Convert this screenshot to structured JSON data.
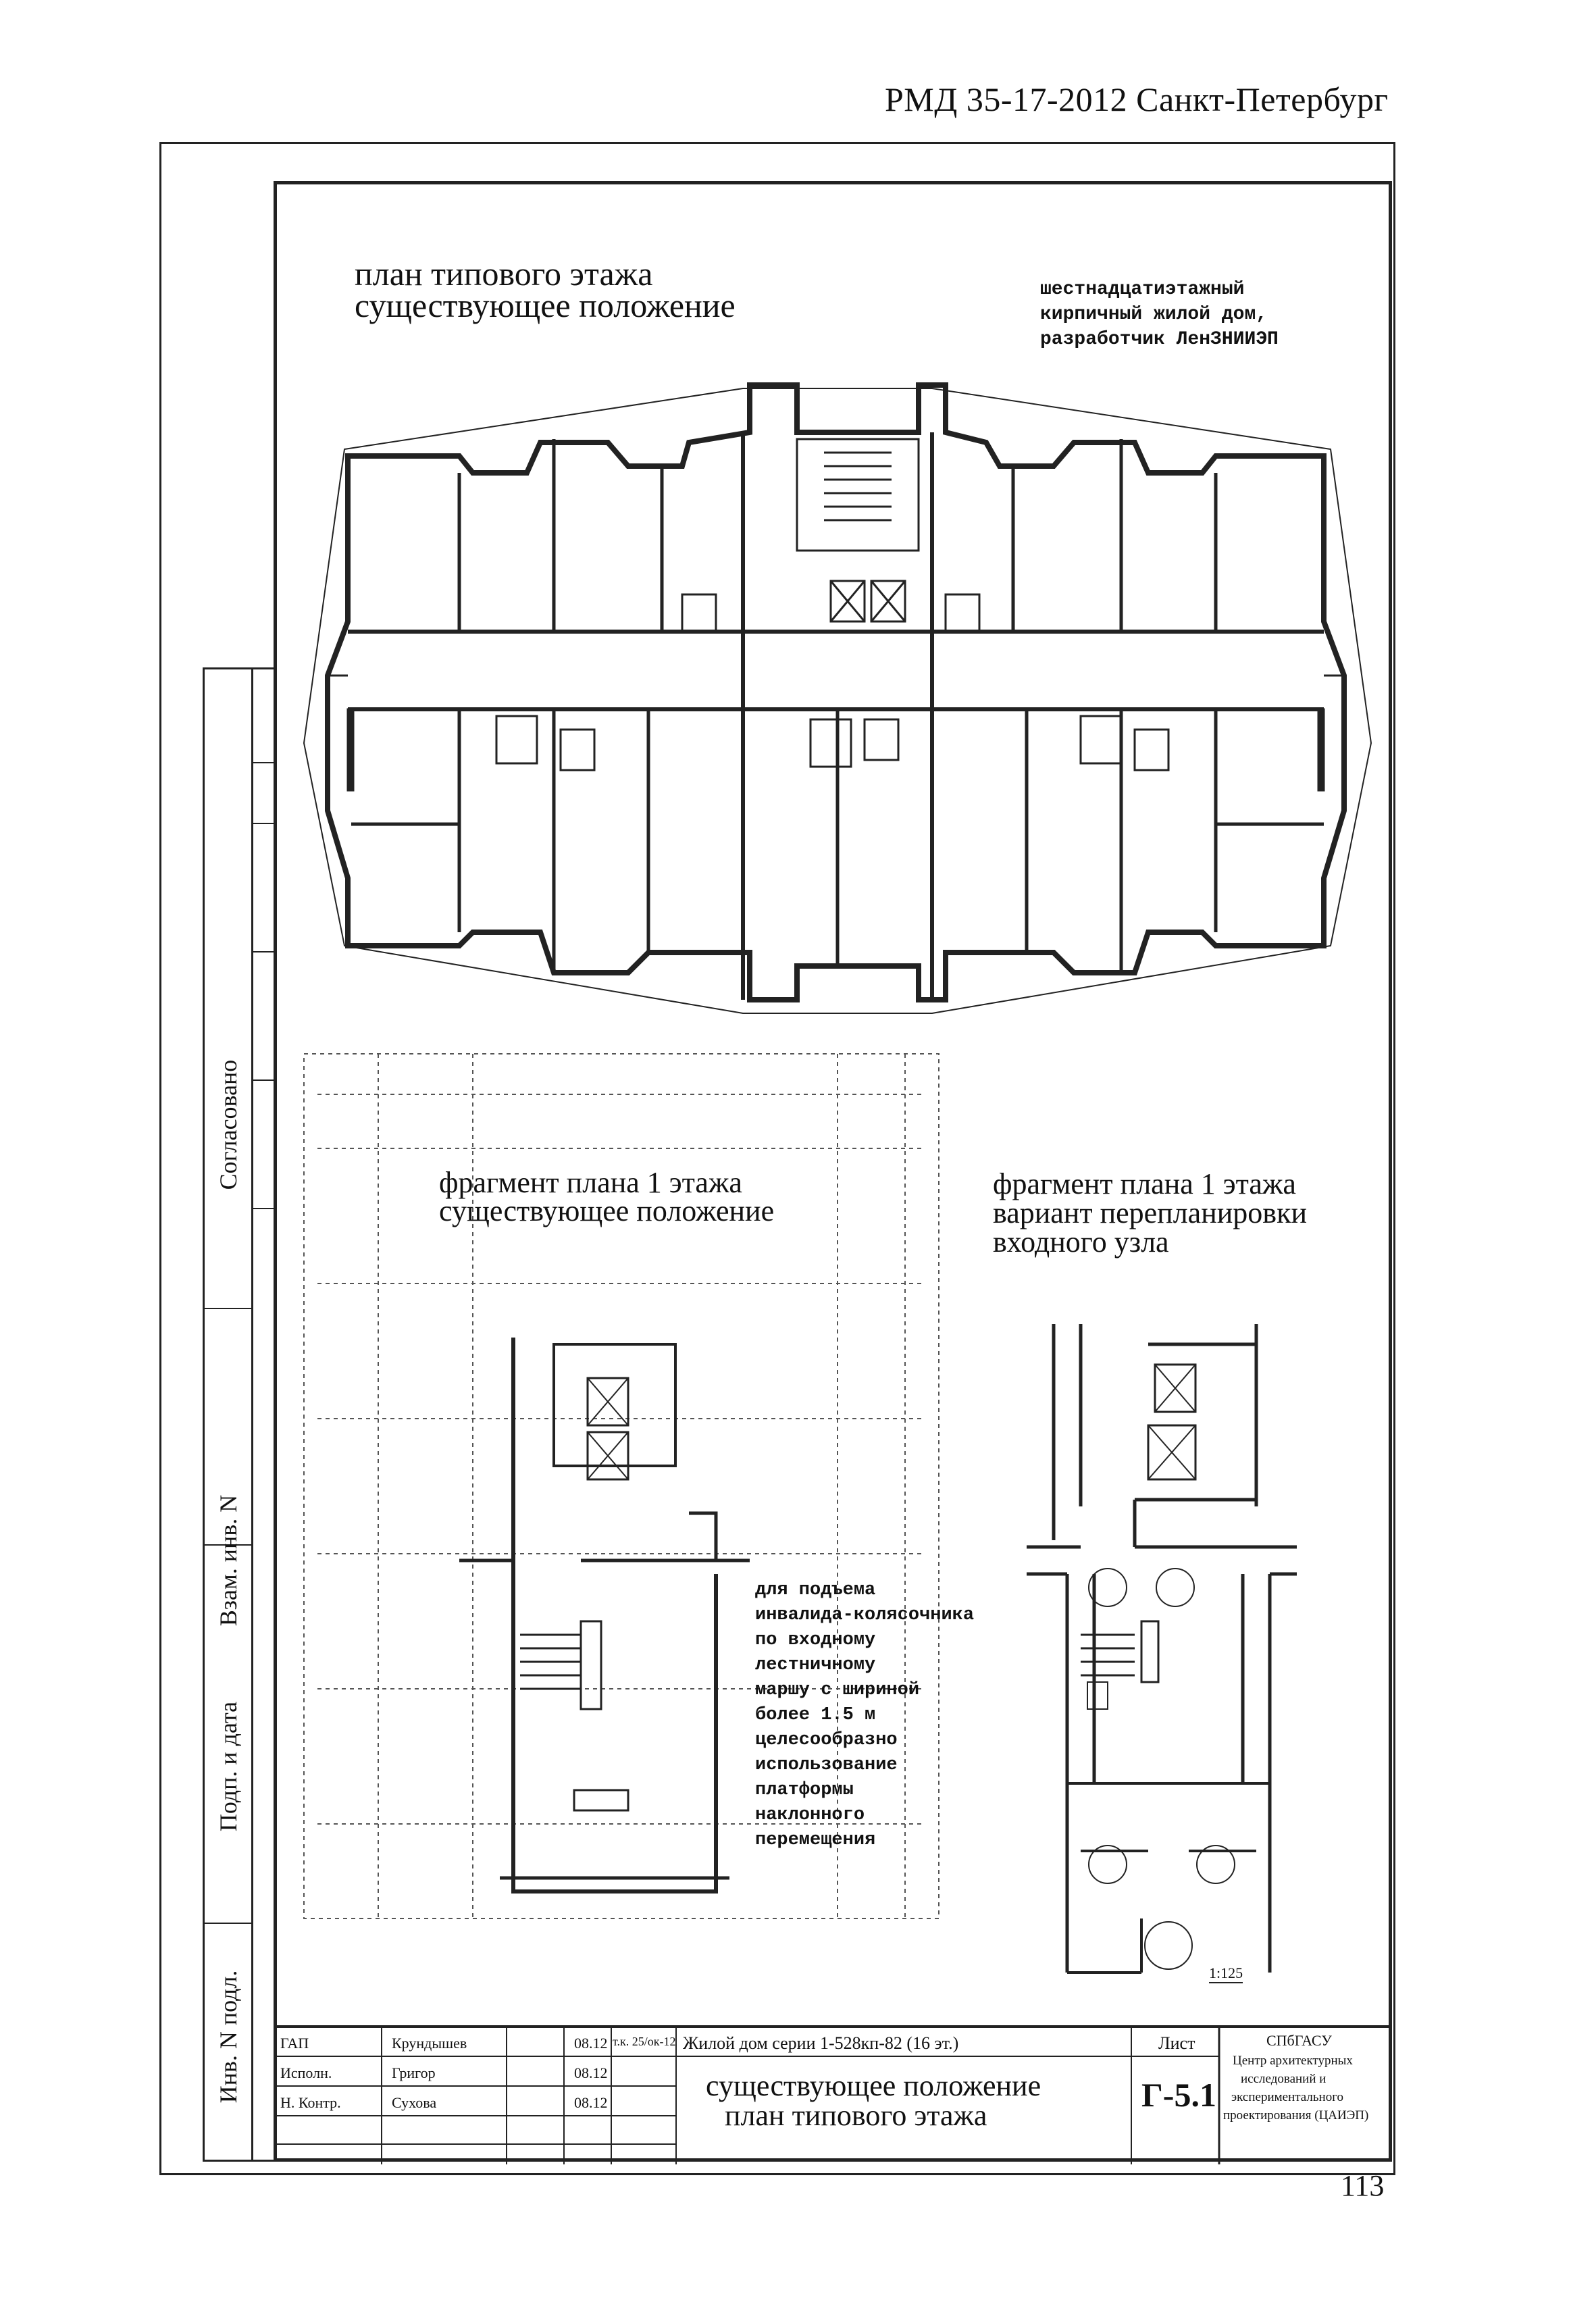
{
  "header": {
    "doc_ref": "РМД 35-17-2012 Санкт-Петербург"
  },
  "page_number": "113",
  "typical_floor": {
    "title_line1": "план типового этажа",
    "title_line2": "существующее положение",
    "building_line1": "шестнадцатиэтажный",
    "building_line2": "кирпичный жилой дом,",
    "building_line3": "разработчик ЛенЗНИИЭП"
  },
  "ground_existing": {
    "title_line1": "фрагмент плана 1 этажа",
    "title_line2": "существующее положение"
  },
  "ground_variant": {
    "title_line1": "фрагмент плана 1 этажа",
    "title_line2": "вариант перепланировки",
    "title_line3": "входного узла"
  },
  "note_lines": [
    "для подъема",
    "инвалида-колясочника",
    "по входному",
    "лестничному",
    "маршу с шириной",
    "более 1.5 м",
    "целесообразно",
    "использование",
    "платформы",
    "наклонного",
    "перемещения"
  ],
  "scale": "1:125",
  "sidebar": {
    "agreed": "Согласовано",
    "replaces_inv": "Взам. инв. N",
    "sign_date": "Подп. и дата",
    "inv_orig": "Инв. N подл."
  },
  "title_block": {
    "rows": [
      {
        "role": "ГАП",
        "name": "Крундышев",
        "date": "08.12"
      },
      {
        "role": "Исполн.",
        "name": "Григор",
        "date": "08.12"
      },
      {
        "role": "Н. Контр.",
        "name": "Сухова",
        "date": "08.12"
      }
    ],
    "code": "т.к. 25/ок-12",
    "project": "Жилой дом серии 1-528кп-82 (16 эт.)",
    "sheet_title_line1": "существующее положение",
    "sheet_title_line2": "план типового этажа",
    "sheet_label": "Лист",
    "sheet_number": "Г-5.1",
    "org_line1": "СПбГАСУ",
    "org_line2": "Центр архитектурных",
    "org_line3": "исследований и",
    "org_line4": "экспериментального",
    "org_line5": "проектирования (ЦАИЭП)"
  }
}
